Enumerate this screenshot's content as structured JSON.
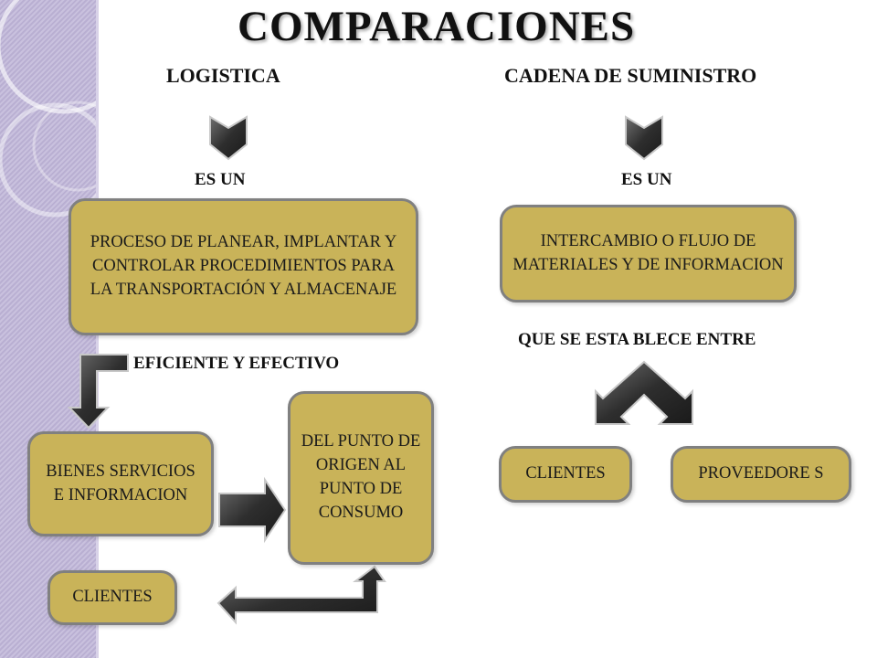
{
  "title": "COMPARACIONES",
  "headers": {
    "left": "LOGISTICA",
    "right": "CADENA DE SUMINISTRO"
  },
  "labels": {
    "es_un_left": "ES UN",
    "es_un_right": "ES UN",
    "eficiente": "EFICIENTE Y EFECTIVO",
    "que_se": "QUE SE ESTA BLECE  ENTRE"
  },
  "boxes": {
    "proceso": "PROCESO DE PLANEAR, IMPLANTAR Y CONTROLAR PROCEDIMIENTOS PARA LA TRANSPORTACIÓN Y ALMACENAJE",
    "intercambio": "INTERCAMBIO O FLUJO DE MATERIALES Y DE INFORMACION",
    "bienes": "BIENES SERVICIOS E INFORMACION",
    "punto": "DEL PUNTO DE ORIGEN AL PUNTO DE CONSUMO",
    "clientes_left": "CLIENTES",
    "clientes_right": "CLIENTES",
    "proveedores": "PROVEEDORE S"
  },
  "colors": {
    "box_fill": "#c9b359",
    "box_border": "#808080",
    "arrow": "#3a3a3a",
    "sidebar": "#c4bbd9"
  }
}
